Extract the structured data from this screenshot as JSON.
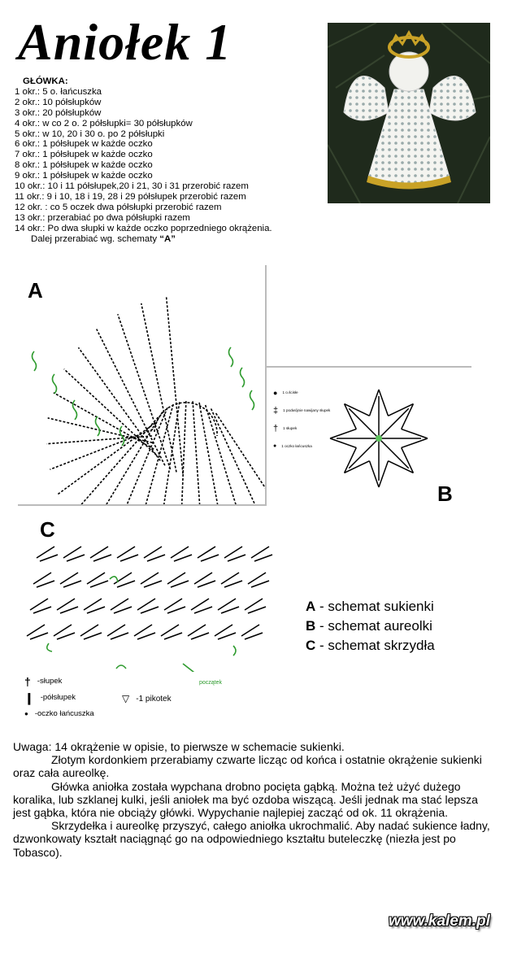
{
  "title": "Aniołek 1",
  "head": {
    "heading": "GŁÓWKA:",
    "steps": [
      "1 okr.: 5 o. łańcuszka",
      "2 okr.: 10 półsłupków",
      "3 okr.: 20 półsłupków",
      "4 okr.: w co 2 o. 2 półsłupki= 30 półsłupków",
      "5 okr.: w 10, 20 i 30 o. po 2 półsłupki",
      "6 okr.: 1 półsłupek w każde oczko",
      "7 okr.: 1 półsłupek w każde oczko",
      "8 okr.: 1 półsłupek w każde oczko",
      "9 okr.: 1 półsłupek w każde oczko",
      "10 okr.: 10 i 11 półsłupek,20 i 21, 30 i 31 przerobić razem",
      "11 okr.: 9 i 10, 18 i 19, 28 i 29 półsłupek przerobić razem",
      "12 okr. : co 5 oczek dwa półsłupki przerobić razem",
      "13 okr.: przerabiać po dwa półsłupki razem",
      "14 okr.: Po dwa słupki w każde oczko poprzedniego okrążenia."
    ],
    "continue_text": "Dalej przerabiać wg. schematy ",
    "continue_ref": "“A”"
  },
  "diagrams": {
    "a_label": "A",
    "b_label": "B",
    "c_label": "C",
    "b_legend": [
      "1 o.ścisłe",
      "1 podwójnie nawijany słupek",
      "1 słupek",
      "1 oczko łańcuszka"
    ],
    "c_annotation": "początek"
  },
  "captions": [
    {
      "letter": "A",
      "text": " - schemat sukienki"
    },
    {
      "letter": "B",
      "text": " - schemat aureolki"
    },
    {
      "letter": "C",
      "text": " - schemat skrzydła"
    }
  ],
  "legend_c": {
    "slupek": "-słupek",
    "polslupek": "-półsłupek",
    "oczko": "-oczko łańcuszka",
    "pikotek": "-1 pikotek"
  },
  "notes": [
    "Uwaga: 14 okrążenie w opisie, to pierwsze w schemacie sukienki.",
    "Złotym kordonkiem przerabiamy czwarte licząc od końca i ostatnie okrążenie sukienki oraz cała aureolkę.",
    "Główka aniołka została wypchana drobno pocięta gąbką. Można też użyć dużego koralika, lub szklanej kulki, jeśli aniołek ma być ozdoba wiszącą. Jeśli jednak ma stać lepsza jest gąbka, która nie obciąży główki. Wypychanie najlepiej zacząć od ok. 11 okrążenia.",
    "Skrzydełka i aureolkę przyszyć, całego aniołka ukrochmalić. Aby nadać sukience ładny, dzwonkowaty kształt naciągnąć go na odpowiedniego kształtu buteleczkę (niezła jest po Tobasco)."
  ],
  "watermark": "www.kalem.pl",
  "colors": {
    "accent_green": "#2e9b2e",
    "photo_bg": "#1f2a1c",
    "gold": "#c9a227",
    "frame": "#bbbbbb"
  }
}
